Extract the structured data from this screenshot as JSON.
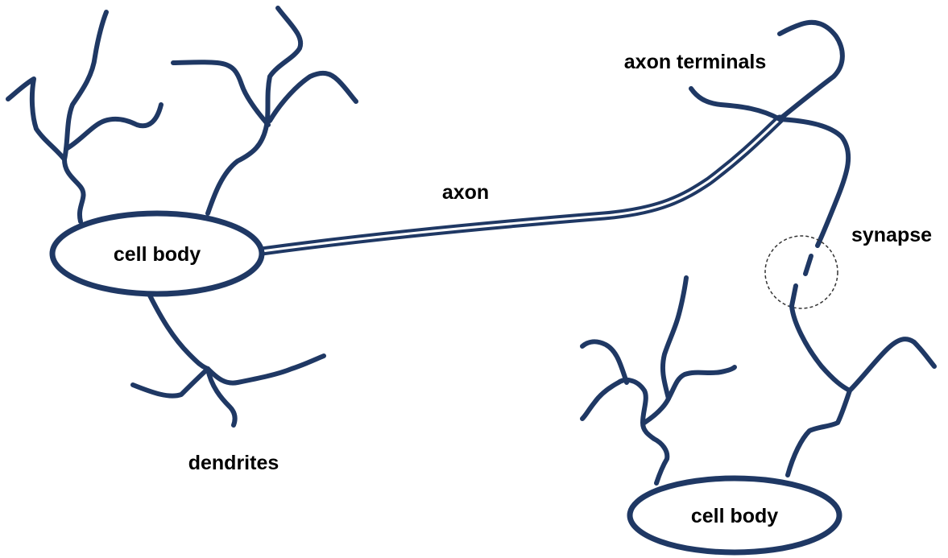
{
  "colors": {
    "neuron_stroke": "#1f3864",
    "text": "#000000",
    "synapse_outline": "#333333",
    "background": "#ffffff"
  },
  "labels": {
    "cell_body_left": "cell body",
    "cell_body_right": "cell body",
    "axon": "axon",
    "axon_terminals": "axon terminals",
    "synapse": "synapse",
    "dendrites": "dendrites"
  }
}
